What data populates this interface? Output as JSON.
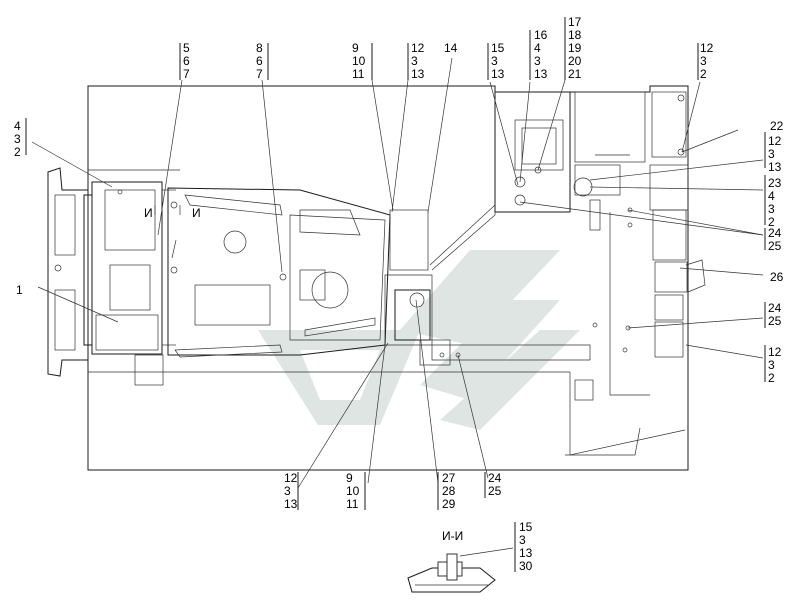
{
  "labels": [
    {
      "id": "c-5-6-7",
      "lines": [
        "5",
        "6",
        "7"
      ],
      "pos": "top-a"
    },
    {
      "id": "c-8-6-7",
      "lines": [
        "8",
        "6",
        "7"
      ],
      "pos": "top-b"
    },
    {
      "id": "c-9-10-11-top",
      "lines": [
        "9",
        "10",
        "11"
      ],
      "pos": "top-c"
    },
    {
      "id": "c-12-3-13-top",
      "lines": [
        "12",
        "3",
        "13"
      ],
      "pos": "top-d"
    },
    {
      "id": "c-14",
      "lines": [
        "14"
      ],
      "pos": "top-e"
    },
    {
      "id": "c-15-3-13",
      "lines": [
        "15",
        "3",
        "13"
      ],
      "pos": "top-f"
    },
    {
      "id": "c-16-4-3-13",
      "lines": [
        "16",
        "4",
        "3",
        "13"
      ],
      "pos": "top-g"
    },
    {
      "id": "c-17-21",
      "lines": [
        "17",
        "18",
        "19",
        "20",
        "21"
      ],
      "pos": "top-h"
    },
    {
      "id": "c-12-3-2-top",
      "lines": [
        "12",
        "3",
        "2"
      ],
      "pos": "top-i"
    },
    {
      "id": "c-4-3-2",
      "lines": [
        "4",
        "3",
        "2"
      ],
      "pos": "left-a"
    },
    {
      "id": "c-1",
      "lines": [
        "1"
      ],
      "pos": "left-b"
    },
    {
      "id": "c-22",
      "lines": [
        "22"
      ],
      "pos": "right-a"
    },
    {
      "id": "c-12-3-13-right",
      "lines": [
        "12",
        "3",
        "13"
      ],
      "pos": "right-b"
    },
    {
      "id": "c-23-4-3-2",
      "lines": [
        "23",
        "4",
        "3",
        "2"
      ],
      "pos": "right-c"
    },
    {
      "id": "c-24-25-a",
      "lines": [
        "24",
        "25"
      ],
      "pos": "right-d"
    },
    {
      "id": "c-26",
      "lines": [
        "26"
      ],
      "pos": "right-e"
    },
    {
      "id": "c-24-25-b",
      "lines": [
        "24",
        "25"
      ],
      "pos": "right-f"
    },
    {
      "id": "c-12-3-2-right",
      "lines": [
        "12",
        "3",
        "2"
      ],
      "pos": "right-g"
    },
    {
      "id": "c-12-3-13-bottom",
      "lines": [
        "12",
        "3",
        "13"
      ],
      "pos": "bottom-a"
    },
    {
      "id": "c-9-10-11-bottom",
      "lines": [
        "9",
        "10",
        "11"
      ],
      "pos": "bottom-b"
    },
    {
      "id": "c-27-28-29",
      "lines": [
        "27",
        "28",
        "29"
      ],
      "pos": "bottom-c"
    },
    {
      "id": "c-24-25-bottom",
      "lines": [
        "24",
        "25"
      ],
      "pos": "bottom-d"
    },
    {
      "id": "c-15-3-13-30",
      "lines": [
        "15",
        "3",
        "13",
        "30"
      ],
      "pos": "section-a"
    },
    {
      "id": "section-title",
      "lines": [
        "И-И"
      ],
      "pos": "section-title"
    },
    {
      "id": "marker-left",
      "lines": [
        "И"
      ],
      "pos": "marker-a"
    },
    {
      "id": "marker-right",
      "lines": [
        "И"
      ],
      "pos": "marker-b"
    }
  ]
}
